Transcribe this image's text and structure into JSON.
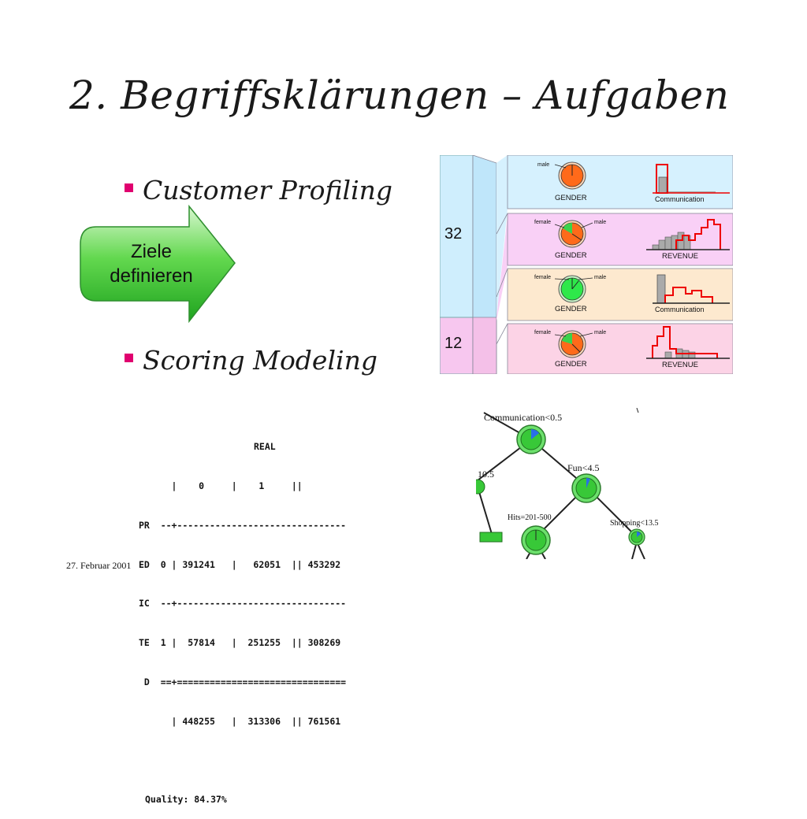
{
  "slide": {
    "title": "2. Begriffsklärungen – Aufgaben",
    "bullets": [
      "Customer Profiling",
      "Scoring Modeling"
    ],
    "arrow_label_line1": "Ziele",
    "arrow_label_line2": "definieren",
    "footer_date": "27. Februar 2001"
  },
  "cube": {
    "clusters": [
      "32",
      "12"
    ],
    "panels": [
      {
        "pie_label": "GENDER",
        "pie_legend_left": "male",
        "pie_legend_right": "",
        "hist_label": "Communication",
        "pie_color": "#ff6a1a"
      },
      {
        "pie_label": "GENDER",
        "pie_legend_left": "female",
        "pie_legend_right": "male",
        "hist_label": "REVENUE",
        "pie_color": "#ff6a1a"
      },
      {
        "pie_label": "GENDER",
        "pie_legend_left": "female",
        "pie_legend_right": "male",
        "hist_label": "Communication",
        "pie_color": "#2ee84a"
      },
      {
        "pie_label": "GENDER",
        "pie_legend_left": "female",
        "pie_legend_right": "male",
        "hist_label": "REVENUE",
        "pie_color": "#ff6a1a"
      }
    ]
  },
  "matrix": {
    "title": "REAL",
    "lines": [
      "      |    0     |    1     ||",
      "PR  --+-------------------------------",
      "ED  0 | 391241   |   62051  || 453292",
      "IC  --+-------------------------------",
      "TE  1 |  57814   |  251255  || 308269",
      " D  ==+===============================",
      "      | 448255   |  313306  || 761561"
    ],
    "quality": "Quality: 84.37%"
  },
  "tree": {
    "nodes": {
      "root": "Communication<0.5",
      "left_cut": "10.5",
      "fun": "Fun<4.5",
      "hits": "Hits=201-500",
      "shopping": "Shopping<13.5"
    }
  },
  "colors": {
    "bullet": "#e0006f",
    "arrow_green": "#3cc43c",
    "node_green": "#38c838",
    "pie_orange": "#ff6a1a"
  }
}
